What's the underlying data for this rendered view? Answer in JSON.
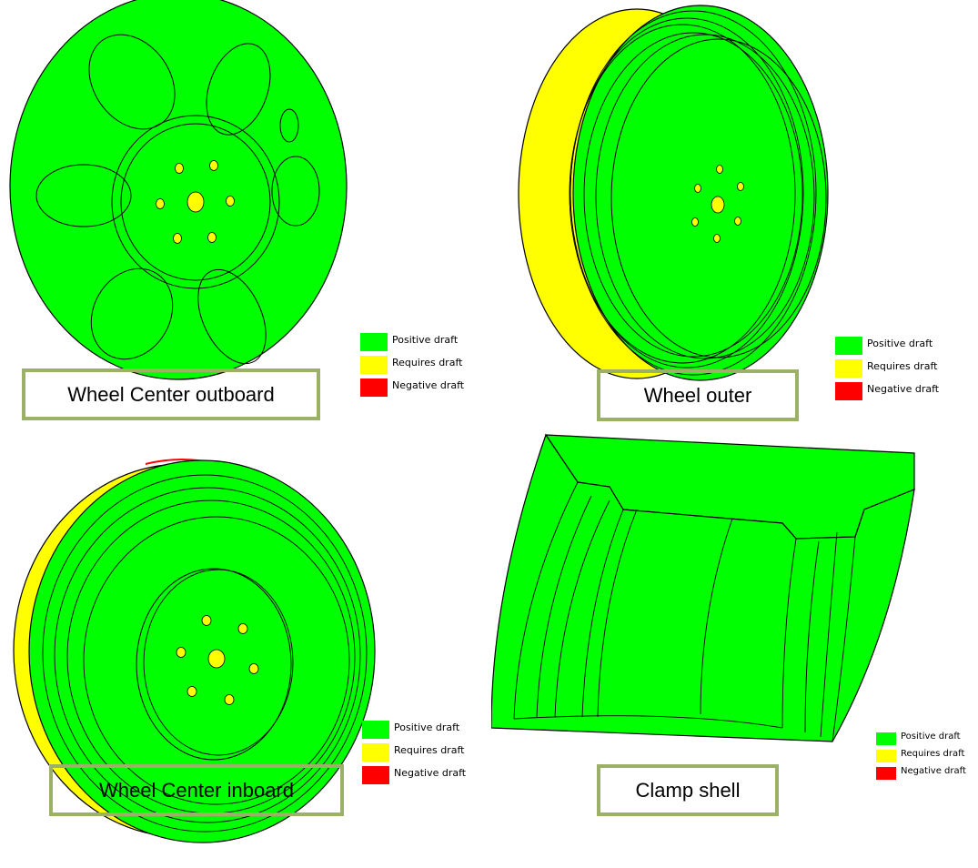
{
  "colors": {
    "positive": "#00ff00",
    "requires": "#ffff00",
    "negative": "#ff0000",
    "outline": "#000000",
    "caption_border": "#9bb168"
  },
  "panels": {
    "outboard": {
      "caption": "Wheel Center outboard"
    },
    "outer": {
      "caption": "Wheel outer"
    },
    "inboard": {
      "caption": "Wheel Center inboard"
    },
    "clamp": {
      "caption": "Clamp shell"
    }
  },
  "legend": {
    "positive": "Positive draft",
    "requires": "Requires draft",
    "negative": "Negative draft"
  }
}
